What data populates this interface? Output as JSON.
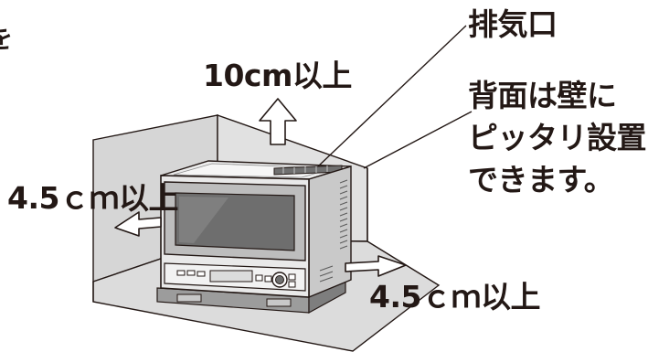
{
  "fragment_char": "を",
  "labels": {
    "exhaust_port": "排気口",
    "top_clearance": "10cm以上",
    "left_clearance": "4.5ｃｍ以上",
    "right_clearance": "4.5ｃｍ以上",
    "back_note_line1": "背面は壁に",
    "back_note_line2": "ピッタリ設置",
    "back_note_line3": "できます。"
  },
  "colors": {
    "line": "#231815",
    "wall_fill": "#d6d6d6",
    "body_light": "#e9e9e9",
    "body_mid": "#bcbcbc",
    "body_dark": "#8c8c8c",
    "window_dark": "#6e6e6e",
    "arrow_fill": "#ffffff"
  }
}
